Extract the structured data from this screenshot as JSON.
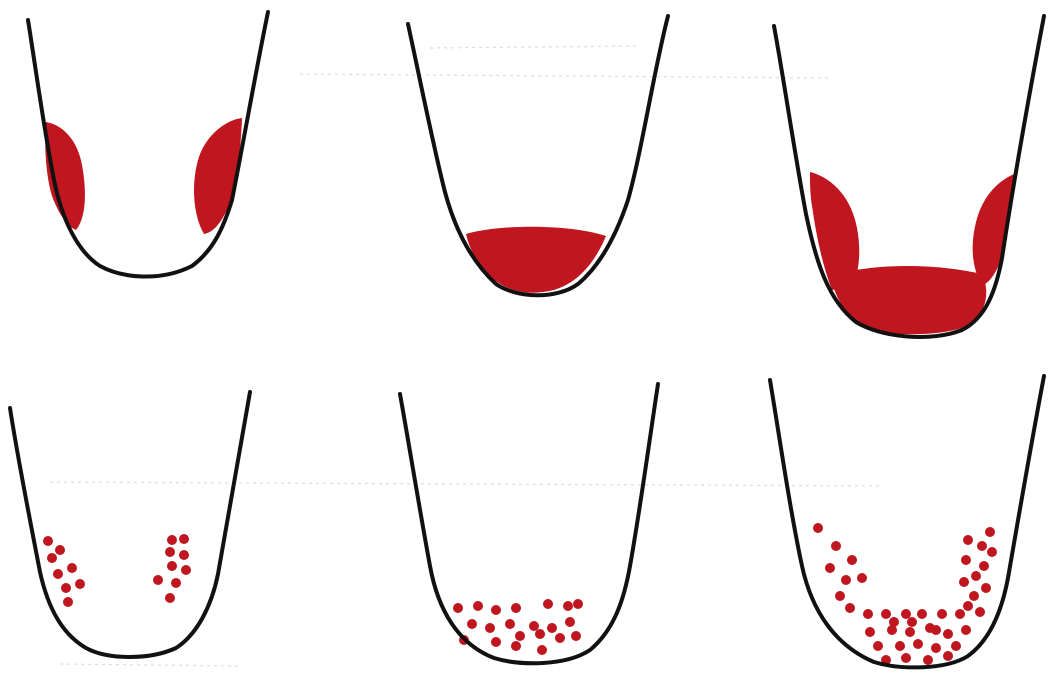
{
  "colors": {
    "outline": "#111111",
    "fill": "#c0161f",
    "paper": "#ffffff"
  },
  "panels": [
    {
      "row": "top",
      "column": 1,
      "style": "solid",
      "location": "side-walls"
    },
    {
      "row": "top",
      "column": 2,
      "style": "solid",
      "location": "bottom"
    },
    {
      "row": "top",
      "column": 3,
      "style": "solid",
      "location": "side-walls-and-bottom"
    },
    {
      "row": "bottom",
      "column": 1,
      "style": "dots",
      "location": "side-walls"
    },
    {
      "row": "bottom",
      "column": 2,
      "style": "dots",
      "location": "bottom"
    },
    {
      "row": "bottom",
      "column": 3,
      "style": "dots",
      "location": "side-walls-and-bottom"
    }
  ]
}
